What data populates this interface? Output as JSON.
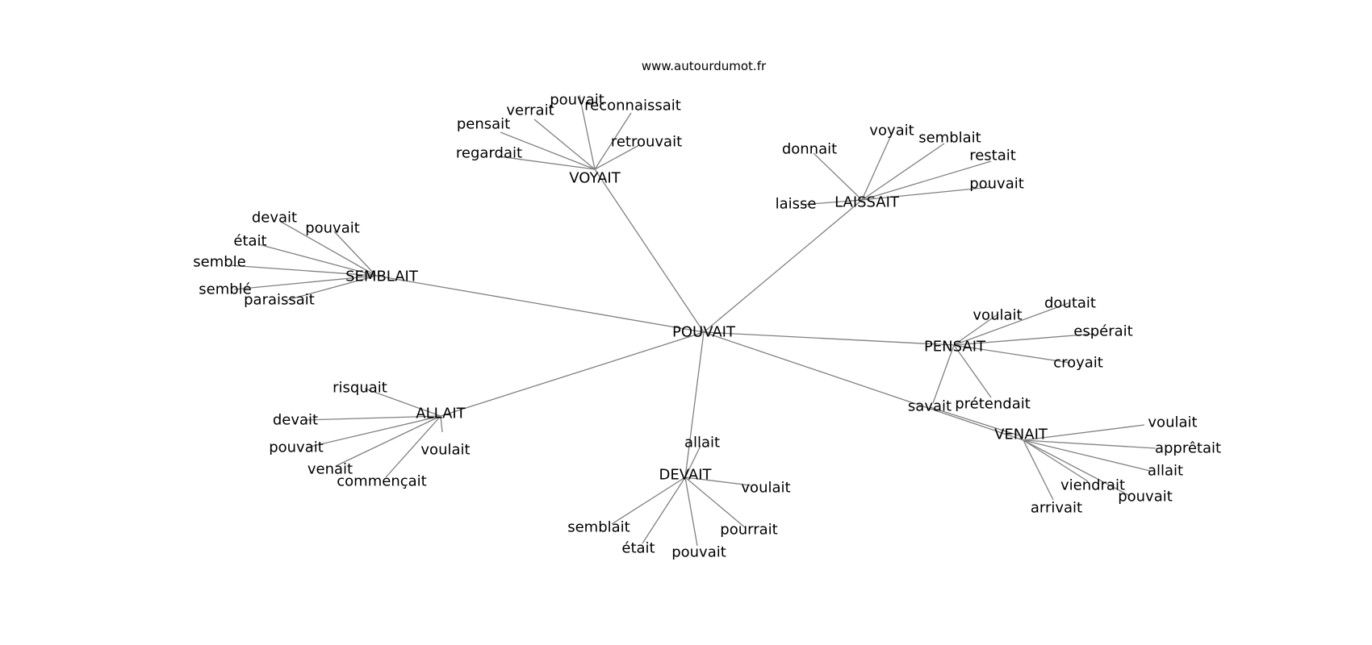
{
  "site": "www.autourdumot.fr",
  "edge_color": "#808080",
  "center": "POUVAIT",
  "clusters": [
    {
      "hub": "VOYAIT",
      "words": [
        "pouvait",
        "reconnaissait",
        "verrait",
        "pensait",
        "retrouvait",
        "regardait"
      ]
    },
    {
      "hub": "LAISSAIT",
      "words": [
        "voyait",
        "semblait",
        "donnait",
        "restait",
        "pouvait",
        "laisse"
      ]
    },
    {
      "hub": "SEMBLAIT",
      "words": [
        "devait",
        "pouvait",
        "était",
        "semble",
        "semblé",
        "paraissait"
      ]
    },
    {
      "hub": "PENSAIT",
      "words": [
        "voulait",
        "doutait",
        "espérait",
        "croyait",
        "prétendait",
        "savait"
      ]
    },
    {
      "hub": "ALLAIT",
      "words": [
        "risquait",
        "devait",
        "pouvait",
        "voulait",
        "venait",
        "commençait"
      ]
    },
    {
      "hub": "DEVAIT",
      "words": [
        "allait",
        "voulait",
        "semblait",
        "pourrait",
        "était",
        "pouvait"
      ]
    },
    {
      "hub": "VENAIT",
      "words": [
        "voulait",
        "apprêtait",
        "allait",
        "viendrait",
        "pouvait",
        "arrivait"
      ]
    }
  ]
}
